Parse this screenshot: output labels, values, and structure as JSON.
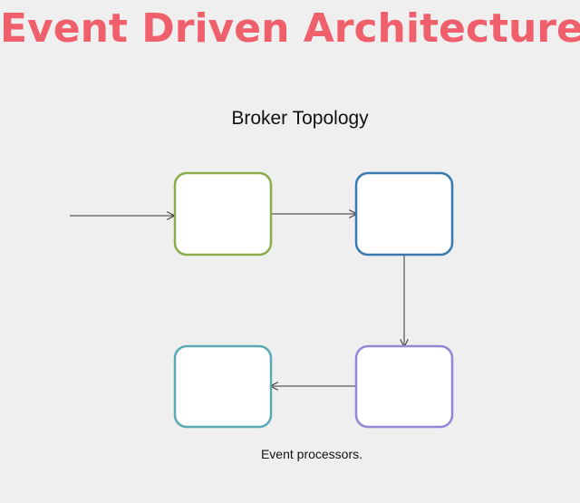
{
  "header": {
    "title": "Event Driven Architecture"
  },
  "diagram": {
    "subtitle": "Broker Topology",
    "caption": "Event processors.",
    "colors": {
      "title": "#ef5f6c",
      "background": "#efefef",
      "box_fill": "#ffffff",
      "arrow": "#333333"
    },
    "nodes": [
      {
        "id": "box-1",
        "border_color": "#8cac4a"
      },
      {
        "id": "box-2",
        "border_color": "#3a78b4"
      },
      {
        "id": "box-3",
        "border_color": "#9586d6"
      },
      {
        "id": "box-4",
        "border_color": "#5aaab8"
      }
    ],
    "edges": [
      {
        "from": "input",
        "to": "box-1"
      },
      {
        "from": "box-1",
        "to": "box-2"
      },
      {
        "from": "box-2",
        "to": "box-3"
      },
      {
        "from": "box-3",
        "to": "box-4"
      }
    ]
  }
}
